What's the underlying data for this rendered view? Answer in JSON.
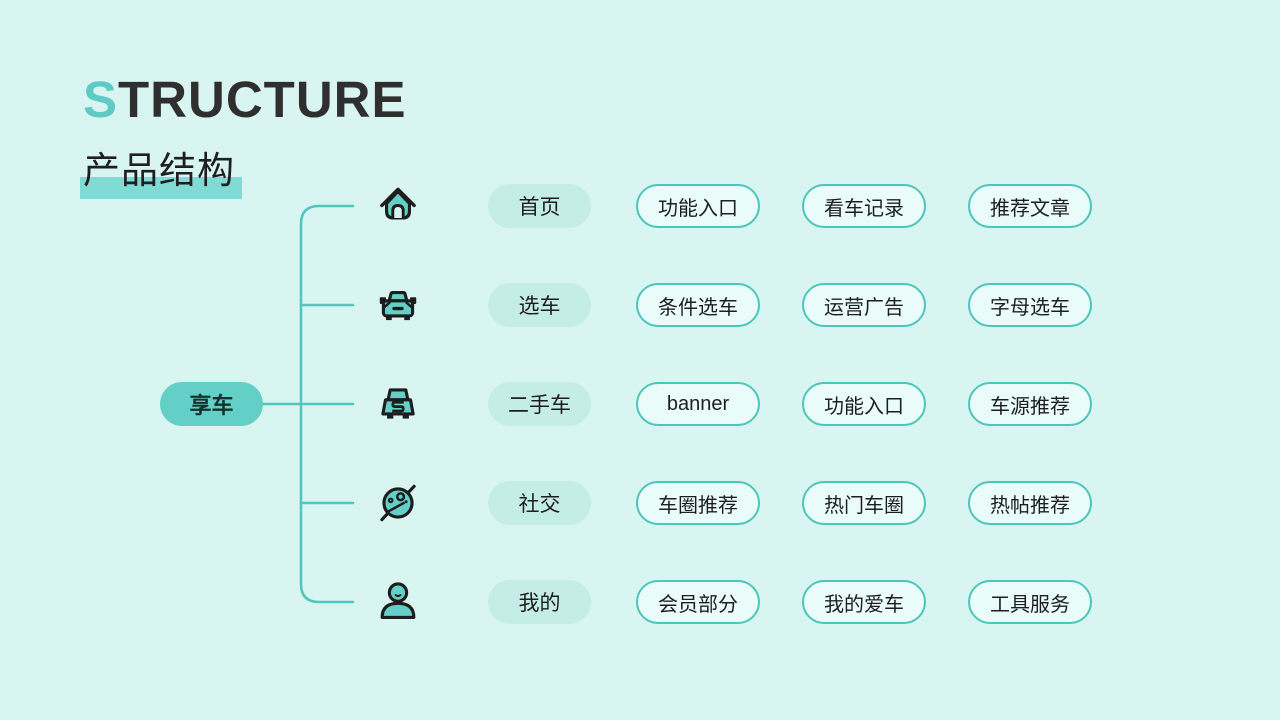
{
  "title": {
    "accent": "S",
    "rest": "TRUCTURE"
  },
  "subtitle": "产品结构",
  "root": {
    "label": "享车"
  },
  "colors": {
    "background": "#d8f5f2",
    "accent_teal": "#5ecbc4",
    "node_fill": "#63cfc7",
    "label_pill_fill": "#c4ede8",
    "leaf_pill_fill": "#e9fcf9",
    "leaf_pill_border": "#4cc5bb",
    "connector": "#50c6bc",
    "dark_text": "#1e1e1e",
    "subtitle_highlight": "#7fdbd3"
  },
  "rows": [
    {
      "icon": "home-icon",
      "label": "首页",
      "items": [
        "功能入口",
        "看车记录",
        "推荐文章"
      ]
    },
    {
      "icon": "car-icon",
      "label": "选车",
      "items": [
        "条件选车",
        "运营广告",
        "字母选车"
      ]
    },
    {
      "icon": "used-car-icon",
      "label": "二手车",
      "items": [
        "banner",
        "功能入口",
        "车源推荐"
      ]
    },
    {
      "icon": "planet-icon",
      "label": "社交",
      "items": [
        "车圈推荐",
        "热门车圈",
        "热帖推荐"
      ]
    },
    {
      "icon": "person-icon",
      "label": "我的",
      "items": [
        "会员部分",
        "我的爱车",
        "工具服务"
      ]
    }
  ]
}
